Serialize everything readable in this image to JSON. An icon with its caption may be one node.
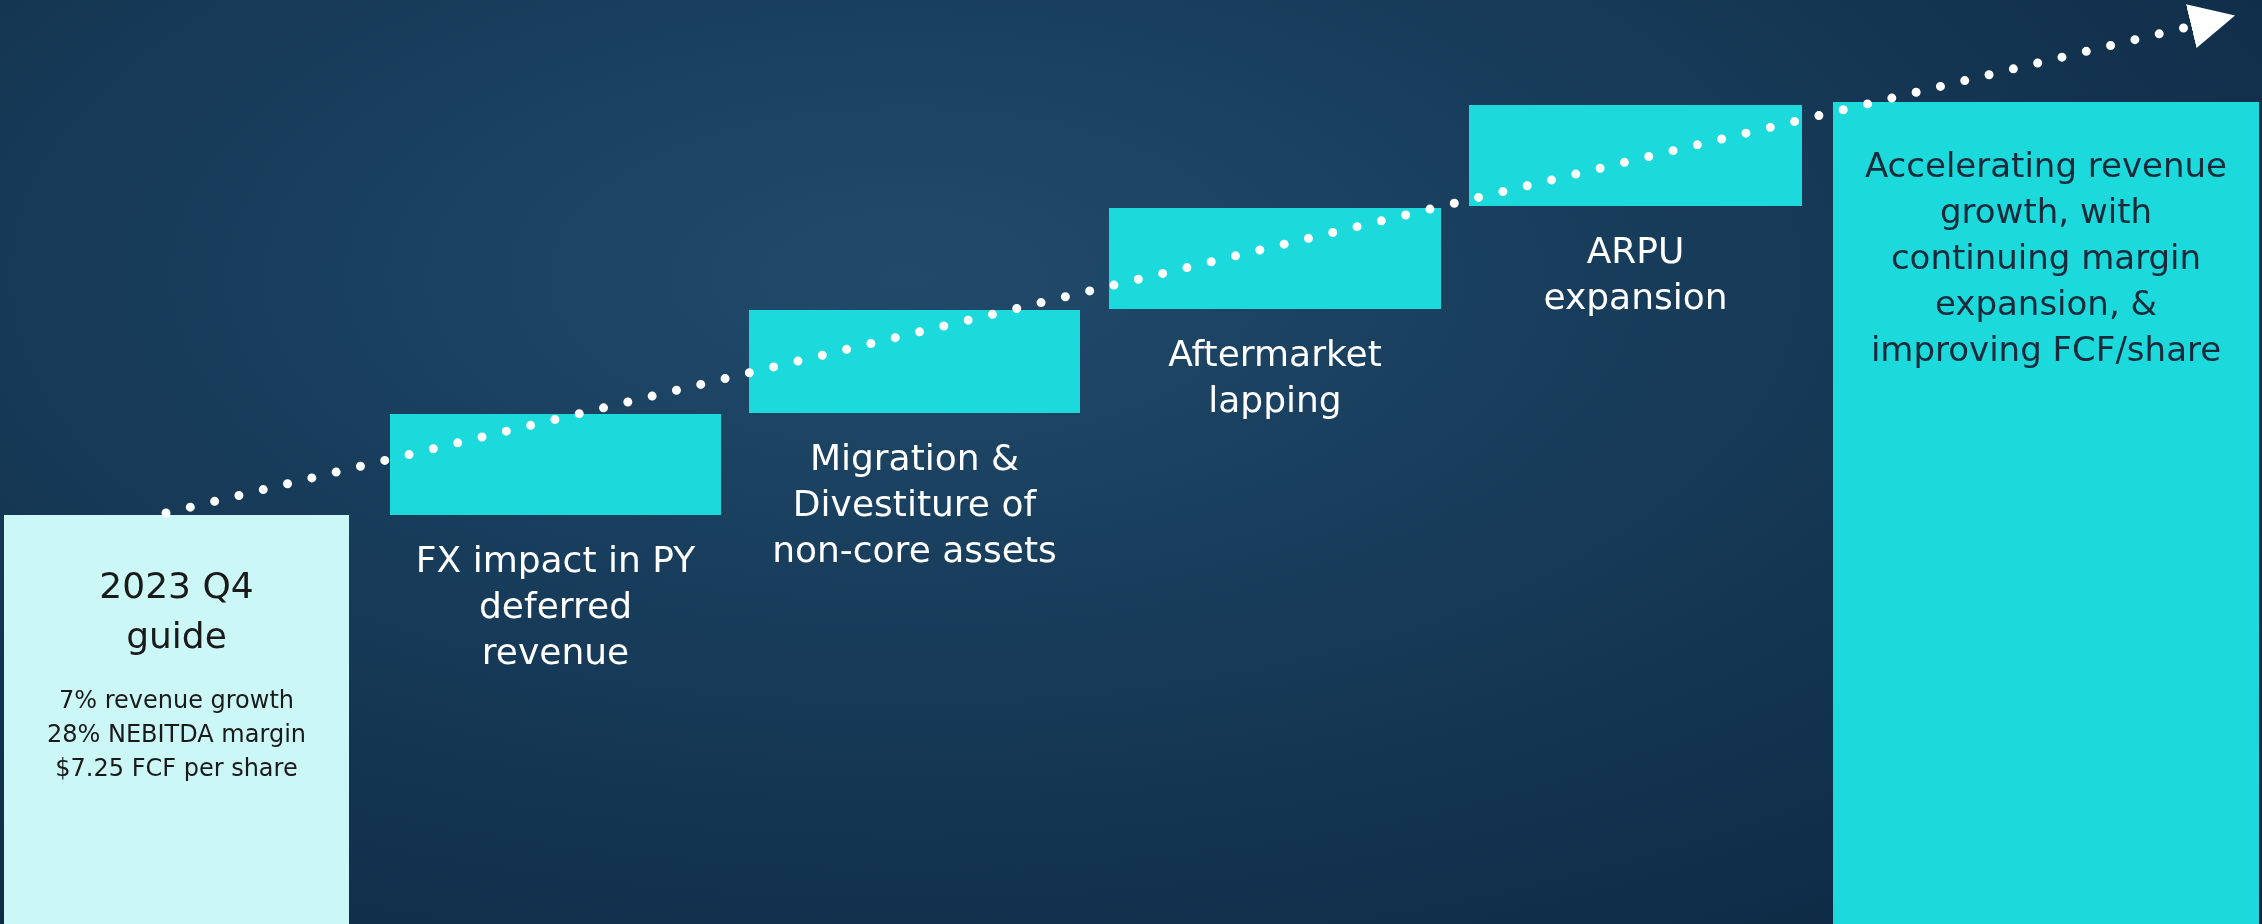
{
  "diagram": {
    "nodes": [
      {
        "text": [
          "2023 Q4 guide",
          "7% revenue growth",
          "28% NEBITDA margin",
          "$7.25 FCF per share"
        ]
      },
      {
        "text": [],
        "shape": "bar",
        "beside": [
          "FX impact in PY deferred revenue"
        ]
      },
      {
        "text": [],
        "shape": "bar",
        "beside": [
          "Migration & Divestiture of non-core assets"
        ]
      },
      {
        "text": [],
        "shape": "bar",
        "beside": [
          "Aftermarket lapping"
        ]
      },
      {
        "text": [],
        "shape": "bar",
        "beside": [
          "ARPU expansion"
        ]
      },
      {
        "text": [
          "Accelerating revenue growth, with continuing margin expansion, & improving FCF/share"
        ]
      }
    ]
  }
}
